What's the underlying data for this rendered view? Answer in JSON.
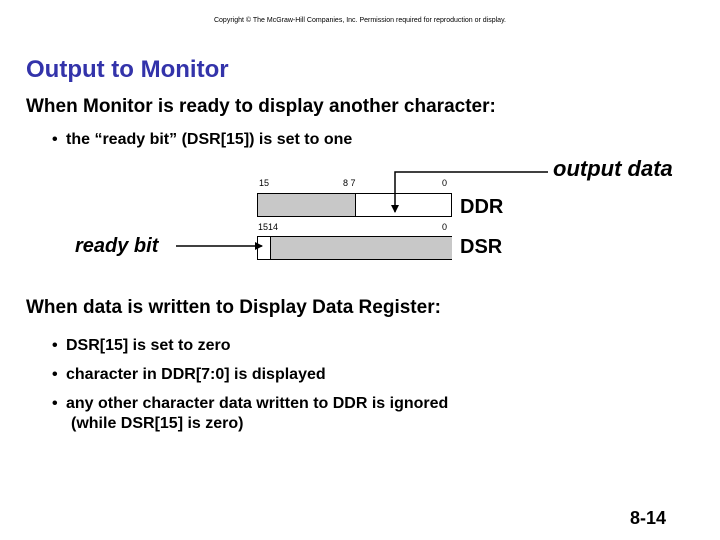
{
  "copyright": "Copyright © The McGraw-Hill Companies, Inc. Permission required for reproduction or display.",
  "title": "Output to Monitor",
  "intro": "When Monitor is ready to display another character:",
  "intro_bullet": "the “ready bit” (DSR[15]) is set to one",
  "diagram": {
    "output_label": "output data",
    "ready_label": "ready bit",
    "ddr": {
      "name": "DDR",
      "bit_hi": "15",
      "bit_mid": "8 7",
      "bit_lo": "0"
    },
    "dsr": {
      "name": "DSR",
      "bit_hi": "1514",
      "bit_lo": "0"
    }
  },
  "second_heading": "When data is written to Display Data Register:",
  "bullets": [
    "DSR[15] is set to zero",
    "character in DDR[7:0] is displayed",
    "any other character data written to DDR is ignored"
  ],
  "bullet_continuation": "(while DSR[15] is zero)",
  "page_number": "8-14",
  "colors": {
    "title": "#3333aa",
    "register_fill": "#c8c8c8"
  }
}
